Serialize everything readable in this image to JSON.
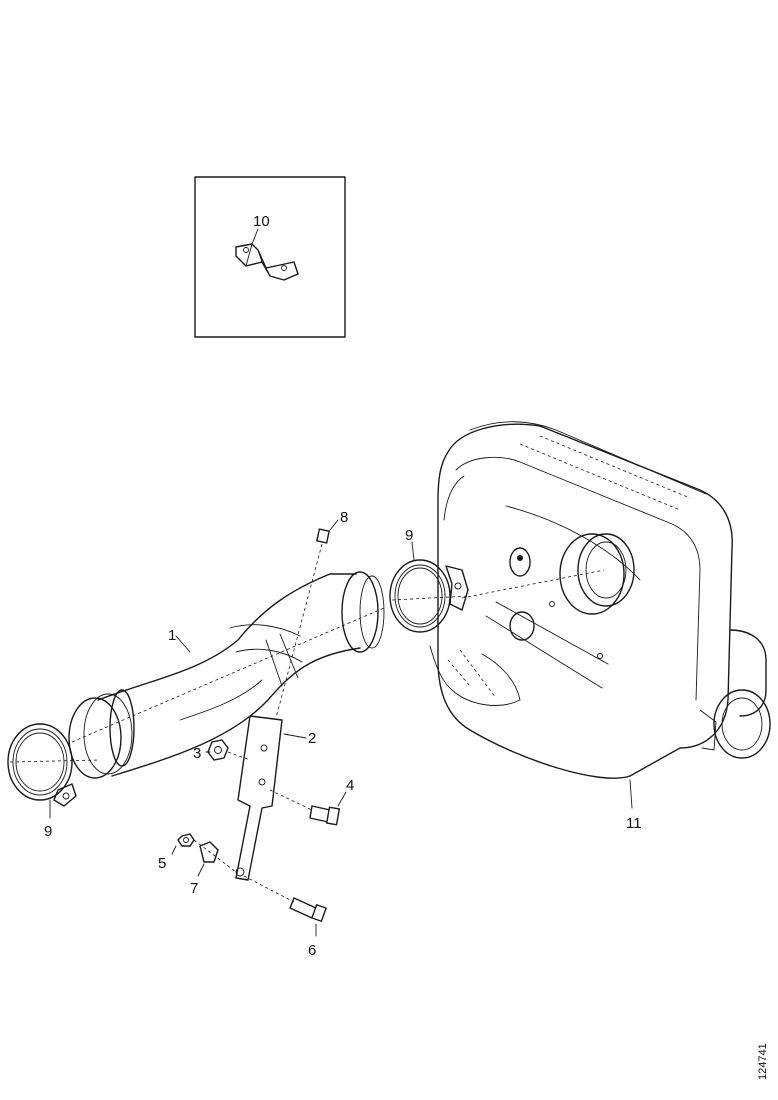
{
  "labels": {
    "part_1": "1",
    "part_2": "2",
    "part_3": "3",
    "part_4": "4",
    "part_5": "5",
    "part_6": "6",
    "part_7": "7",
    "part_8": "8",
    "part_9_left": "9",
    "part_9_right": "9",
    "part_10": "10",
    "part_11": "11"
  },
  "reference_code": "124741"
}
